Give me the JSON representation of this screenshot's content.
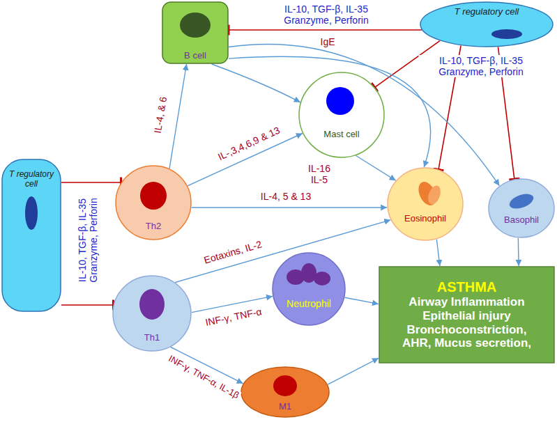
{
  "diagram": {
    "nodes": [
      {
        "text": [
          "T regulatory cell"
        ]
      },
      {
        "text": [
          "B cell"
        ]
      },
      {
        "text": [
          "Mast cell"
        ]
      },
      {
        "text": [
          "Th2"
        ]
      },
      {
        "text": [
          "Eosinophil"
        ]
      },
      {
        "text": [
          "Basophil"
        ]
      },
      {
        "text": [
          "T regulatory cell"
        ]
      },
      {
        "text": [
          "Th1"
        ]
      },
      {
        "text": [
          "Neutrophil"
        ]
      },
      {
        "text": [
          "M1"
        ]
      },
      {
        "text": [
          "ASTHMA",
          "Airway Inflammation Epithelial injury Bronchoconstriction, AHR, Mucus secretion,"
        ]
      }
    ],
    "edges": [
      {
        "from": 0,
        "to": 1,
        "arrow": "to",
        "label": "IL-10, TGF-β, IL-35 Granzyme, Perforin"
      },
      {
        "from": 0,
        "to": 2,
        "arrow": "to",
        "label": "IL-10, TGF-β, IL-35 Granzyme, Perforin"
      },
      {
        "from": 0,
        "to": 4,
        "arrow": "to"
      },
      {
        "from": 0,
        "to": 5,
        "arrow": "to"
      },
      {
        "from": 6,
        "to": 3,
        "arrow": "to",
        "label": "IL-10, TGF-β, IL-35 Granzyme, Perforin"
      },
      {
        "from": 6,
        "to": 7,
        "arrow": "to"
      },
      {
        "from": 3,
        "to": 1,
        "arrow": "to",
        "label": "IL-4, & 6"
      },
      {
        "from": 3,
        "to": 2,
        "arrow": "to",
        "label": "IL-,3,4,6,9 & 13"
      },
      {
        "from": 3,
        "to": 4,
        "arrow": "to",
        "label": "IL-4, 5 & 13"
      },
      {
        "from": 1,
        "to": 2,
        "arrow": "to"
      },
      {
        "from": 1,
        "to": 4,
        "arrow": "to"
      },
      {
        "from": 1,
        "to": 5,
        "arrow": "to",
        "label": "IgE"
      },
      {
        "from": 2,
        "to": 4,
        "arrow": "to",
        "label": "IL-16 IL-5"
      },
      {
        "from": 7,
        "to": 4,
        "arrow": "to",
        "label": "Eotaxins, IL-2"
      },
      {
        "from": 7,
        "to": 8,
        "arrow": "to",
        "label": "INF-γ, TNF-α"
      },
      {
        "from": 7,
        "to": 9,
        "arrow": "to",
        "label": "INF-γ, TNF-α, IL-1β"
      },
      {
        "from": 4,
        "to": 10,
        "arrow": "to"
      },
      {
        "from": 5,
        "to": 10,
        "arrow": "to"
      },
      {
        "from": 8,
        "to": 10,
        "arrow": "to"
      },
      {
        "from": 9,
        "to": 10,
        "arrow": "to"
      }
    ]
  }
}
